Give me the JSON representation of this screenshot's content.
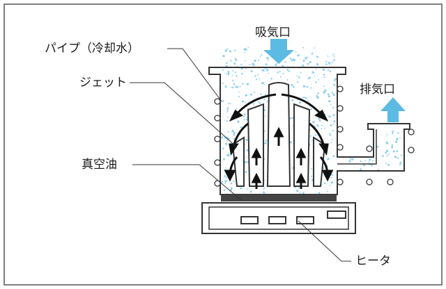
{
  "labels": {
    "pipe": "パイプ（冷却水）",
    "jet": "ジェット",
    "oil": "真空油",
    "heater": "ヒータ",
    "inlet": "吸気口",
    "exhaust": "排気口"
  },
  "colors": {
    "arrow_blue": "#5bbbe3",
    "dots_blue": "#8ecfee",
    "frame": "#555555",
    "oil_dark": "#444444"
  }
}
